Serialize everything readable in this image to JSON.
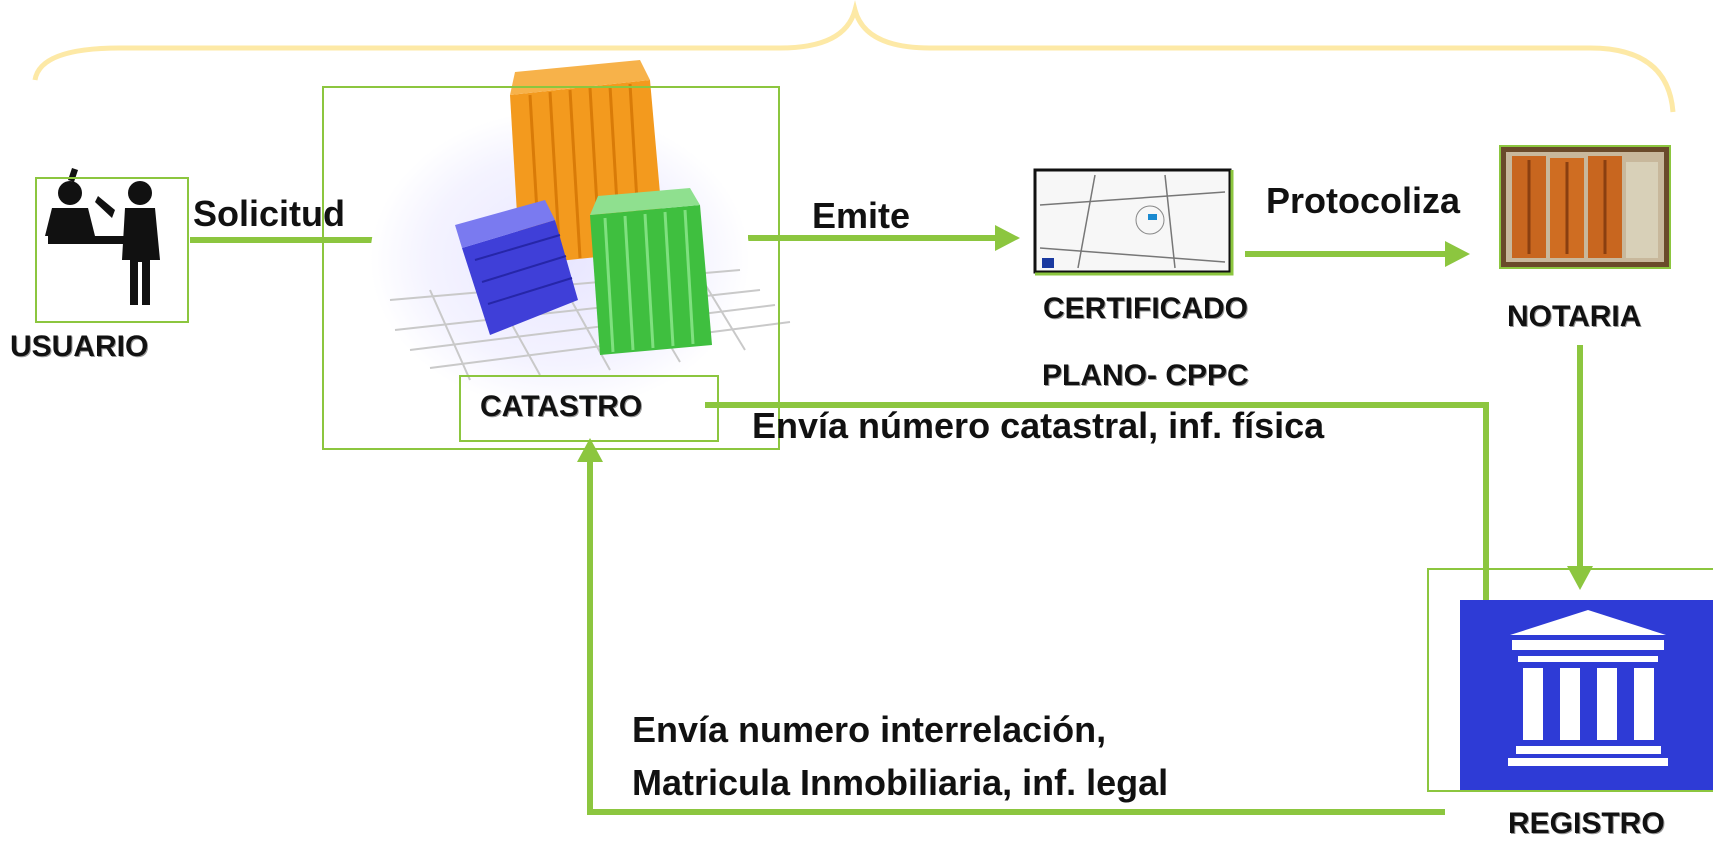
{
  "nodes": {
    "usuario": "USUARIO",
    "catastro": "CATASTRO",
    "certificado": "CERTIFICADO",
    "plano": "PLANO- CPPC",
    "notaria": "NOTARIA",
    "registro": "REGISTRO"
  },
  "flows": {
    "solicitud": "Solicitud",
    "emite": "Emite",
    "protocoliza": "Protocoliza",
    "envia_catastral": "Envía número catastral, inf. física",
    "envia_interrelacion_1": "Envía numero interrelación,",
    "envia_interrelacion_2": "Matricula Inmobiliaria, inf. legal"
  },
  "colors": {
    "arrow": "#8cc63f",
    "brace": "#fde9a6",
    "registro_blue": "#2e3bd6"
  }
}
